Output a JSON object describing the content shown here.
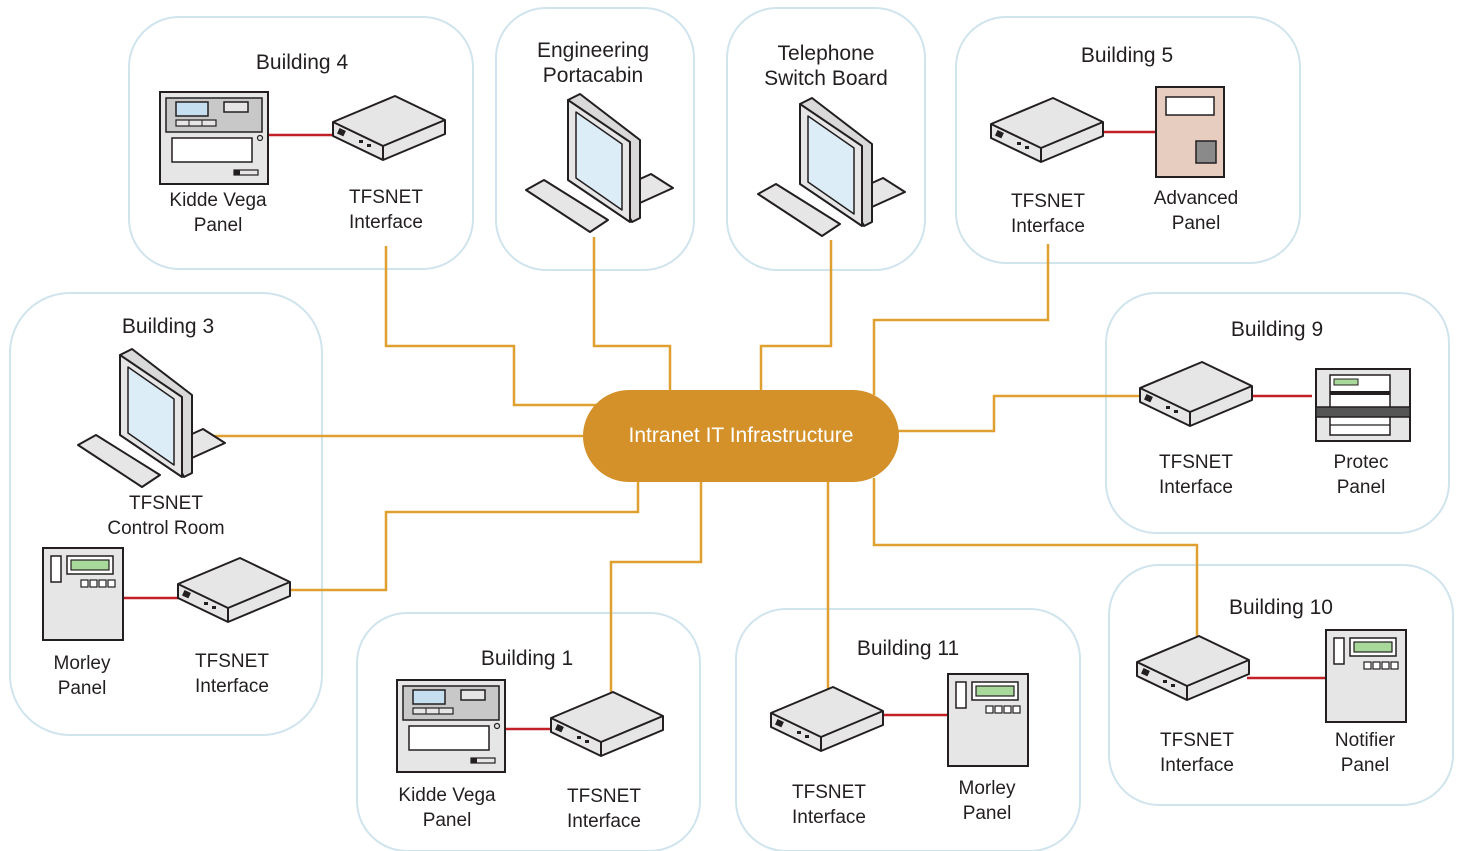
{
  "hub": {
    "label": "Intranet IT Infrastructure"
  },
  "buildings": {
    "b4": {
      "title": "Building 4",
      "left_device": "Kidde Vega\nPanel",
      "right_device": "TFSNET\nInterface"
    },
    "eng": {
      "title": "Engineering\nPortacabin"
    },
    "tel": {
      "title": "Telephone\nSwitch Board"
    },
    "b5": {
      "title": "Building 5",
      "left_device": "TFSNET\nInterface",
      "right_device": "Advanced\nPanel"
    },
    "b3": {
      "title": "Building 3",
      "workstation": "TFSNET\nControl Room",
      "left_device": "Morley\nPanel",
      "right_device": "TFSNET\nInterface"
    },
    "b9": {
      "title": "Building 9",
      "left_device": "TFSNET\nInterface",
      "right_device": "Protec\nPanel"
    },
    "b1": {
      "title": "Building 1",
      "left_device": "Kidde Vega\nPanel",
      "right_device": "TFSNET\nInterface"
    },
    "b11": {
      "title": "Building 11",
      "left_device": "TFSNET\nInterface",
      "right_device": "Morley\nPanel"
    },
    "b10": {
      "title": "Building 10",
      "left_device": "TFSNET\nInterface",
      "right_device": "Notifier\nPanel"
    }
  },
  "colors": {
    "network_link": "#e0a030",
    "serial_link": "#c02026",
    "hub_fill": "#d4912a",
    "zone_border": "#d0e4ee",
    "device_fill": "#e6e6e6",
    "device_stroke": "#231f20",
    "advanced_panel_fill": "#e6cdbf"
  },
  "icons": [
    "tfsnet-interface-icon",
    "kidde-vega-panel-icon",
    "morley-panel-icon",
    "advanced-panel-icon",
    "protec-panel-icon",
    "notifier-panel-icon",
    "workstation-icon"
  ]
}
